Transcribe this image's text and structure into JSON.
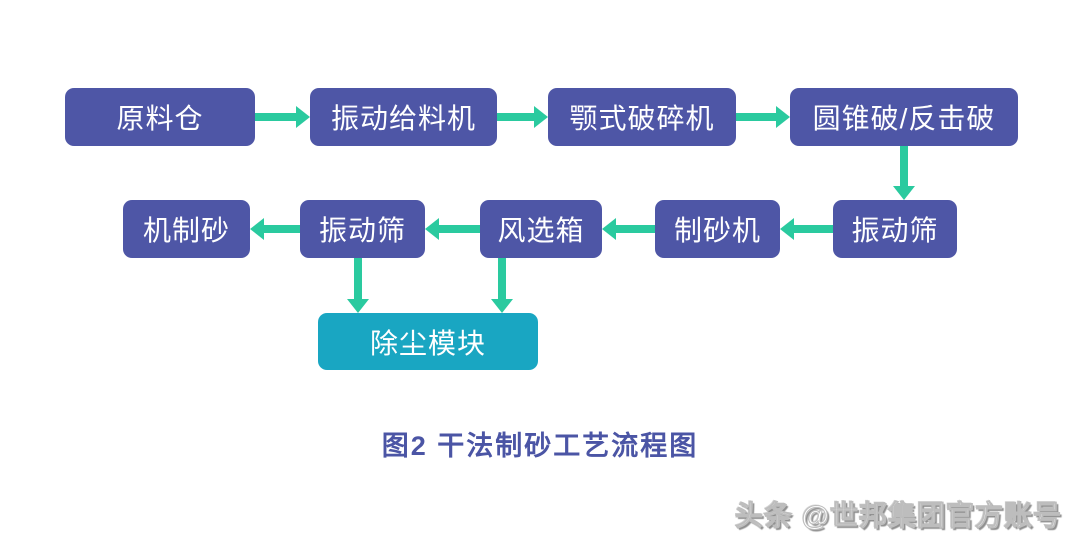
{
  "diagram": {
    "type": "flowchart",
    "nodes": [
      {
        "id": "raw-material-silo",
        "label": "原料仓",
        "fill": "#4e56a6",
        "row": 1
      },
      {
        "id": "vibrating-feeder",
        "label": "振动给料机",
        "fill": "#4e56a6",
        "row": 1
      },
      {
        "id": "jaw-crusher",
        "label": "颚式破碎机",
        "fill": "#4e56a6",
        "row": 1
      },
      {
        "id": "cone-impact-crusher",
        "label": "圆锥破/反击破",
        "fill": "#4e56a6",
        "row": 1
      },
      {
        "id": "machine-made-sand",
        "label": "机制砂",
        "fill": "#4e56a6",
        "row": 2
      },
      {
        "id": "vibrating-screen-left",
        "label": "振动筛",
        "fill": "#4e56a6",
        "row": 2
      },
      {
        "id": "air-classifier-box",
        "label": "风选箱",
        "fill": "#4e56a6",
        "row": 2
      },
      {
        "id": "sand-making-machine",
        "label": "制砂机",
        "fill": "#4e56a6",
        "row": 2
      },
      {
        "id": "vibrating-screen-right",
        "label": "振动筛",
        "fill": "#4e56a6",
        "row": 2
      },
      {
        "id": "dust-removal-module",
        "label": "除尘模块",
        "fill": "#19a6c2",
        "row": 3
      }
    ],
    "edges": [
      {
        "from": "raw-material-silo",
        "to": "vibrating-feeder",
        "direction": "right"
      },
      {
        "from": "vibrating-feeder",
        "to": "jaw-crusher",
        "direction": "right"
      },
      {
        "from": "jaw-crusher",
        "to": "cone-impact-crusher",
        "direction": "right"
      },
      {
        "from": "cone-impact-crusher",
        "to": "vibrating-screen-right",
        "direction": "down"
      },
      {
        "from": "vibrating-screen-right",
        "to": "sand-making-machine",
        "direction": "left"
      },
      {
        "from": "sand-making-machine",
        "to": "air-classifier-box",
        "direction": "left"
      },
      {
        "from": "air-classifier-box",
        "to": "vibrating-screen-left",
        "direction": "left"
      },
      {
        "from": "vibrating-screen-left",
        "to": "machine-made-sand",
        "direction": "left"
      },
      {
        "from": "vibrating-screen-left",
        "to": "dust-removal-module",
        "direction": "down"
      },
      {
        "from": "air-classifier-box",
        "to": "dust-removal-module",
        "direction": "down"
      }
    ],
    "colors": {
      "node_fill": "#4e56a6",
      "dust_fill": "#19a6c2",
      "arrow": "#2aca9f",
      "caption": "#4b55a5"
    }
  },
  "caption": "图2  干法制砂工艺流程图",
  "watermark": "头条 @世邦集团官方账号"
}
